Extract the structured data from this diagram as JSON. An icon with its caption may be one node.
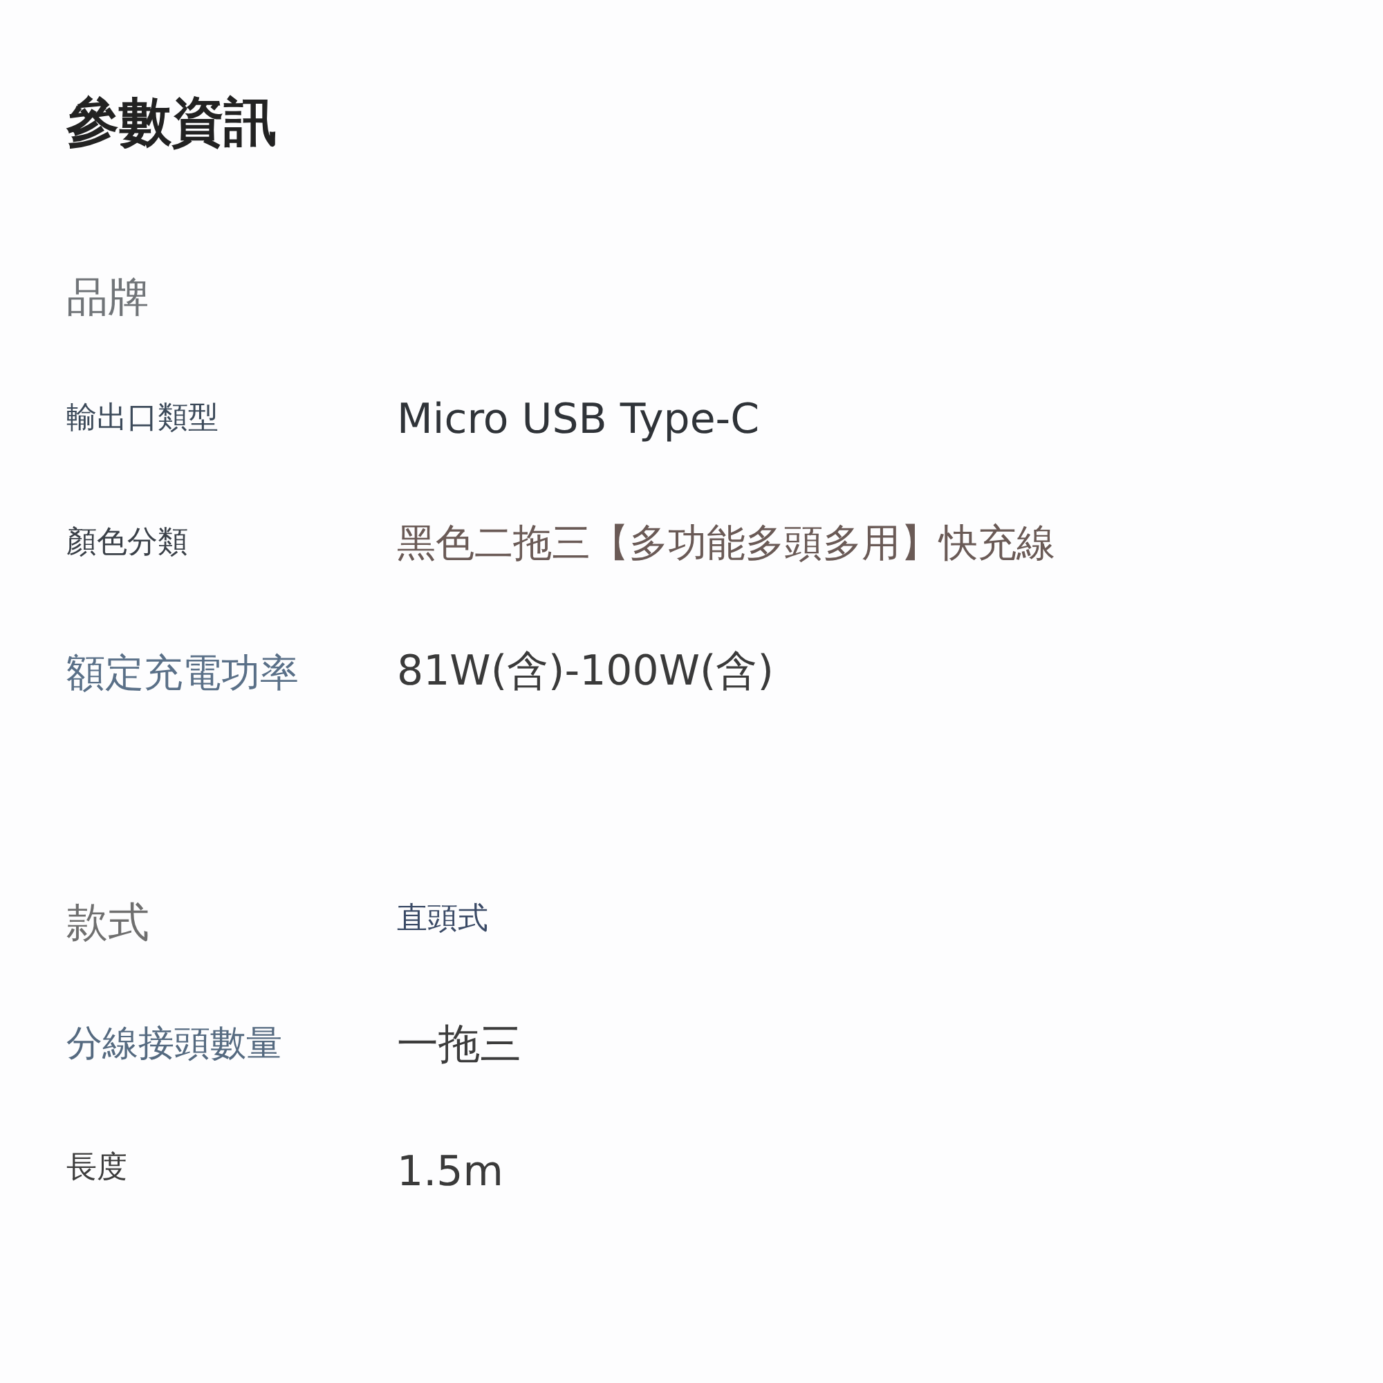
{
  "diagram": {
    "title": "參數資訊",
    "labels": [
      "品牌",
      "輸出口類型",
      "Micro USB Type-C",
      "顏色分類",
      "黑色二拖三【多功能多頭多用】快充線",
      "額定充電功率",
      "81W(含)-100W(含)",
      "款式",
      "直頭式",
      "分線接頭數量",
      "一拖三",
      "長度",
      "1.5m"
    ]
  }
}
